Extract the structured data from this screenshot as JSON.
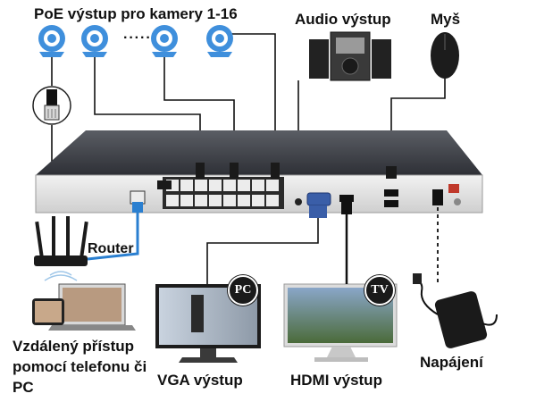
{
  "labels": {
    "poe_output": "PoE výstup pro kamery 1-16",
    "camera_dots": "·····",
    "audio_output": "Audio výstup",
    "mouse": "Myš",
    "router": "Router",
    "remote_access": "Vzdálený přístup pomocí telefonu či PC",
    "vga_output": "VGA výstup",
    "hdmi_output": "HDMI výstup",
    "power": "Napájení",
    "pc_badge": "PC",
    "tv_badge": "TV"
  },
  "colors": {
    "camera_blue": "#3f8fdc",
    "nvr_body": "#3c3e44",
    "nvr_front": "#e8e8e8",
    "router_body": "#1b1b1b",
    "cable_blue": "#2a7fd0",
    "cable_black": "#111111"
  },
  "icons": [
    "camera-icon",
    "speaker-icon",
    "mouse-icon",
    "router-icon",
    "phone-icon",
    "laptop-icon",
    "monitor-icon",
    "power-adapter-icon",
    "nvr-device"
  ]
}
